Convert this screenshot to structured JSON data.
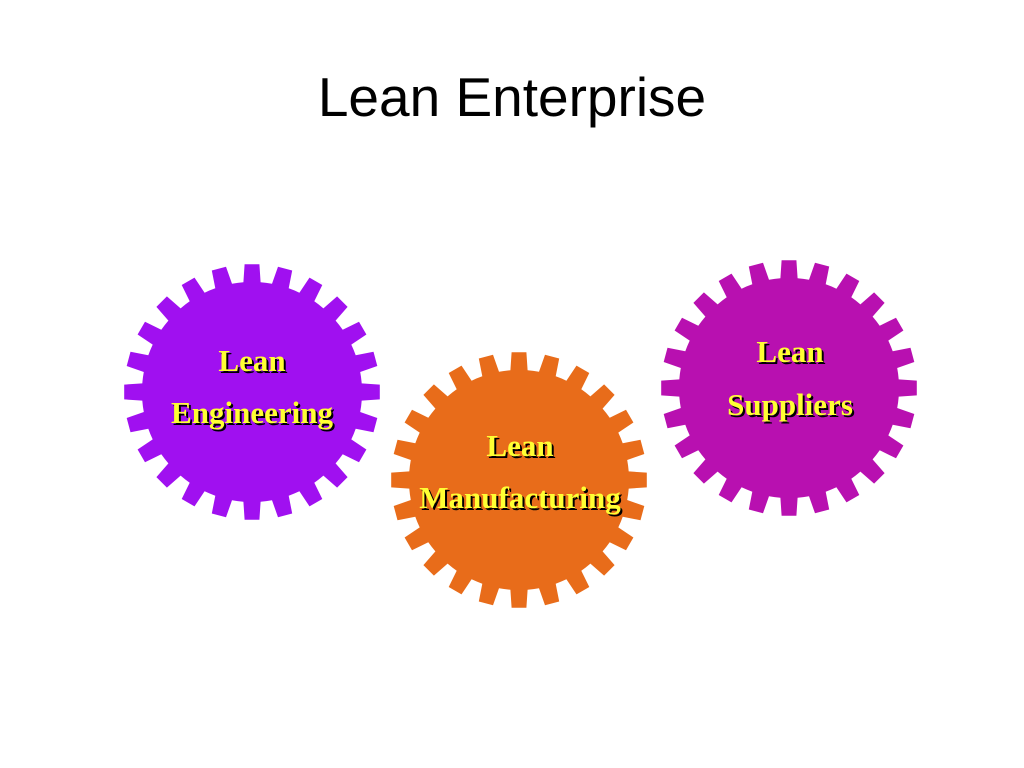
{
  "title": "Lean Enterprise",
  "gears": [
    {
      "id": "engineering",
      "line1": "Lean",
      "line2": "Engineering",
      "color": "#a010f0"
    },
    {
      "id": "manufacturing",
      "line1": "Lean",
      "line2": "Manufacturing",
      "color": "#e86c1a"
    },
    {
      "id": "suppliers",
      "line1": "Lean",
      "line2": "Suppliers",
      "color": "#b810b0"
    }
  ],
  "label_color": "#ffff33"
}
